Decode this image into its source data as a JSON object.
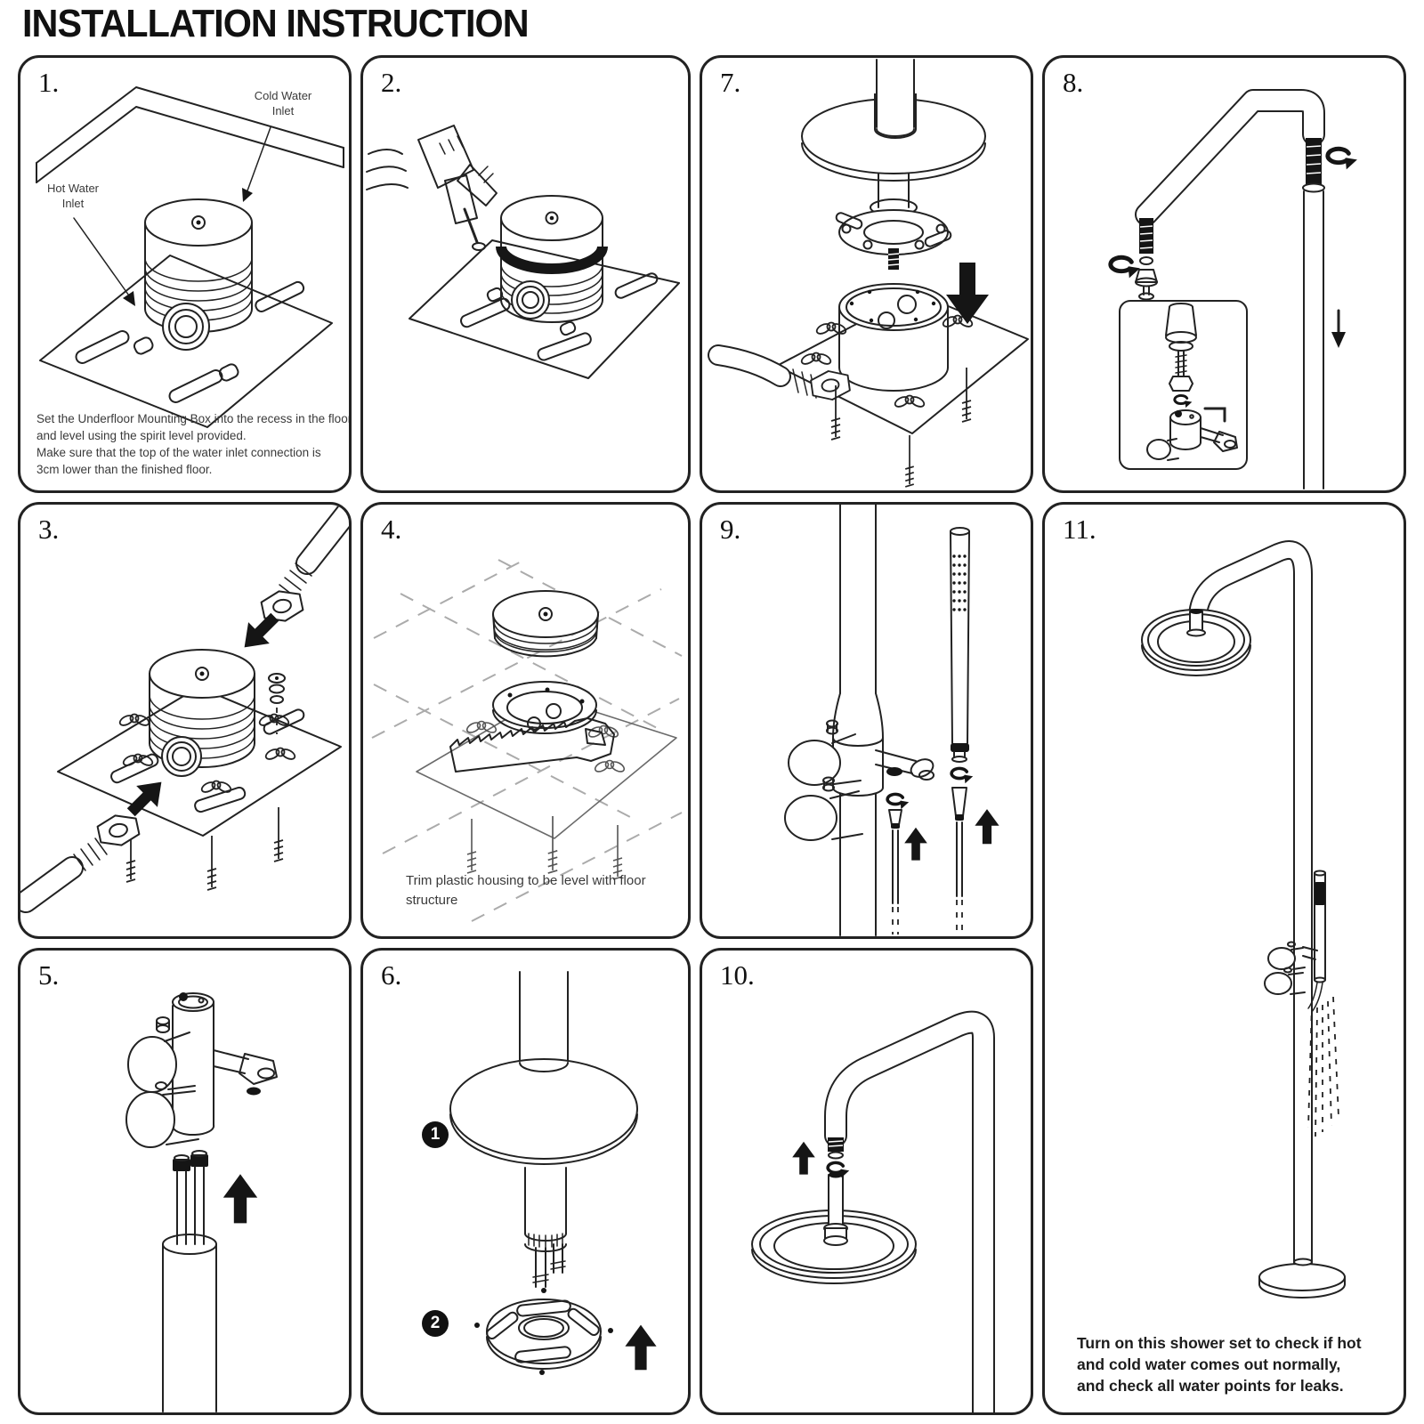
{
  "title": "INSTALLATION INSTRUCTION",
  "colors": {
    "ink": "#222222",
    "caption": "#3a3a3a",
    "arrow_fill": "#151515",
    "background": "#ffffff"
  },
  "icons": {
    "rotate": "circular-rotation-arrow",
    "up": "solid-up-arrow",
    "down": "solid-down-arrow",
    "leader": "label-leader-arrow"
  },
  "panels": {
    "p1": {
      "number": "1.",
      "label_cold_line1": "Cold Water",
      "label_cold_line2": "Inlet",
      "label_hot_line1": "Hot Water",
      "label_hot_line2": "Inlet",
      "caption_lines": [
        "Set the Underfloor Mounting Box into the recess in the floor",
        "and level using the spirit level provided.",
        "Make sure that the top of the water inlet connection is",
        "3cm lower than the finished floor."
      ]
    },
    "p2": {
      "number": "2."
    },
    "p3": {
      "number": "3."
    },
    "p4": {
      "number": "4.",
      "caption_lines": [
        "Trim plastic housing to be level with floor",
        "structure"
      ]
    },
    "p5": {
      "number": "5."
    },
    "p6": {
      "number": "6.",
      "marker1": "1",
      "marker2": "2"
    },
    "p7": {
      "number": "7."
    },
    "p8": {
      "number": "8."
    },
    "p9": {
      "number": "9."
    },
    "p10": {
      "number": "10."
    },
    "p11": {
      "number": "11.",
      "caption_lines": [
        "Turn on this shower set to check if hot",
        "and cold water comes out normally,",
        "and check all water points for leaks."
      ]
    }
  }
}
